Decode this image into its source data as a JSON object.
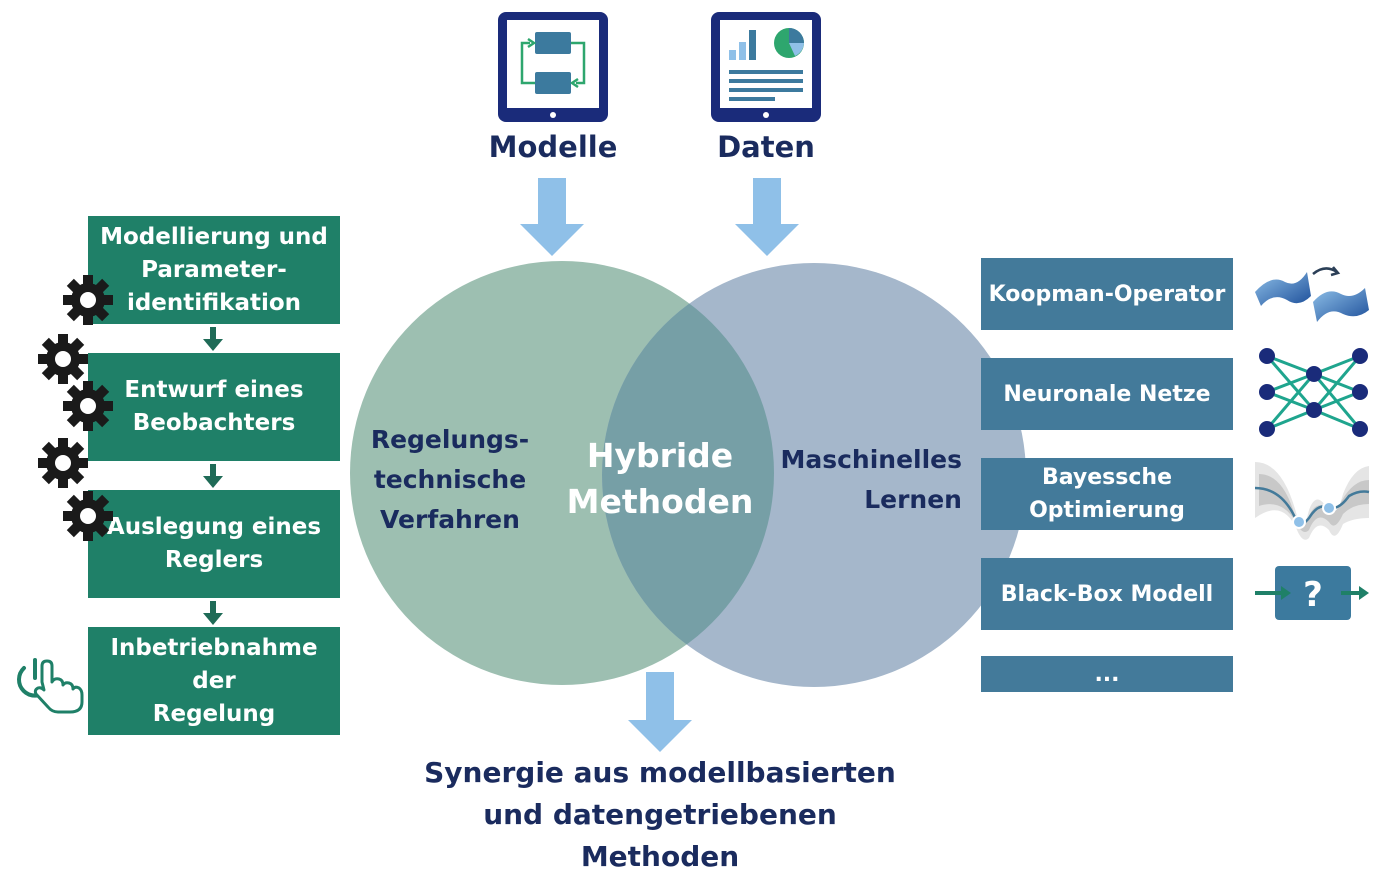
{
  "top": {
    "models_label": "Modelle",
    "data_label": "Daten"
  },
  "process_steps": [
    {
      "lines": [
        "Modellierung und",
        "Parameter-",
        "identifikation"
      ]
    },
    {
      "lines": [
        "Entwurf eines",
        "Beobachters"
      ]
    },
    {
      "lines": [
        "Auslegung eines",
        "Reglers"
      ]
    },
    {
      "lines": [
        "Inbetriebnahme der",
        "Regelung"
      ]
    }
  ],
  "venn": {
    "left_lines": [
      "Regelungs-",
      "technische",
      "Verfahren"
    ],
    "center_lines": [
      "Hybride",
      "Methoden"
    ],
    "right_lines": [
      "Maschinelles",
      "Lernen"
    ]
  },
  "ml_methods": [
    {
      "lines": [
        "Koopman-Operator"
      ],
      "icon": "surface-transform-icon"
    },
    {
      "lines": [
        "Neuronale Netze"
      ],
      "icon": "neural-network-icon"
    },
    {
      "lines": [
        "Bayessche",
        "Optimierung"
      ],
      "icon": "gaussian-process-icon"
    },
    {
      "lines": [
        "Black-Box Modell"
      ],
      "icon": "black-box-icon"
    },
    {
      "lines": [
        "..."
      ]
    }
  ],
  "result_lines": [
    "Synergie aus modellbasierten",
    "und datengetriebenen Methoden"
  ],
  "colors": {
    "dark_navy": "#1a2b5e",
    "green": "#1f8068",
    "steel_blue": "#437a9a",
    "arrow_light_blue": "#8fc0e8",
    "venn_left": "#9dbfb1",
    "venn_right": "#a5b7cb",
    "venn_overlap": "#769fa6"
  }
}
